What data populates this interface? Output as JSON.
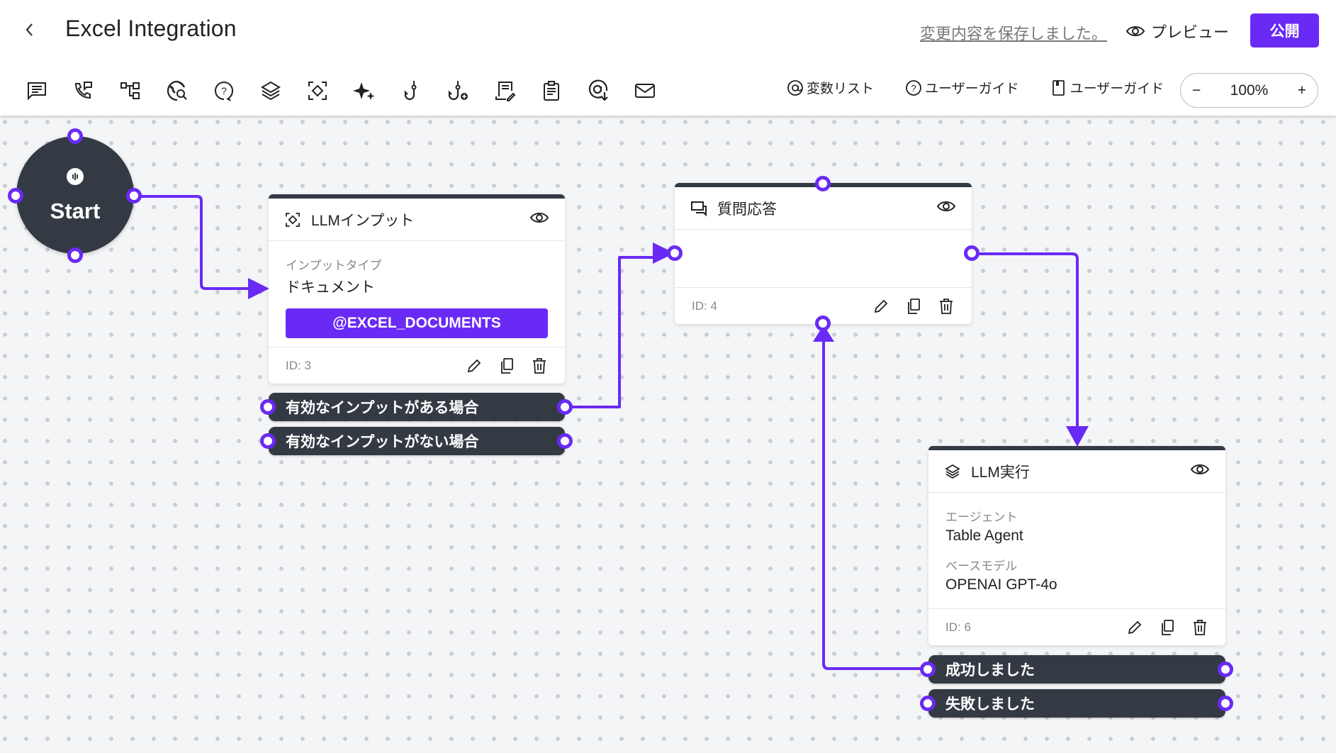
{
  "header": {
    "title": "Excel Integration",
    "back_icon": "chevron-left-icon",
    "saved_status": "変更内容を保存しました。",
    "preview_label": "プレビュー",
    "publish_label": "公開"
  },
  "toolbar": {
    "tools": [
      {
        "name": "message",
        "icon": "message-icon"
      },
      {
        "name": "call",
        "icon": "phone-message-icon"
      },
      {
        "name": "branch",
        "icon": "flowchart-icon"
      },
      {
        "name": "web-search",
        "icon": "globe-search-icon"
      },
      {
        "name": "question",
        "icon": "question-bubble-icon"
      },
      {
        "name": "llm-execute",
        "icon": "layers-icon"
      },
      {
        "name": "llm-input",
        "icon": "scan-icon"
      },
      {
        "name": "ai",
        "icon": "sparkles-icon"
      },
      {
        "name": "hook",
        "icon": "hook-icon"
      },
      {
        "name": "hook-add",
        "icon": "hook-plus-icon"
      },
      {
        "name": "form-edit",
        "icon": "document-edit-icon"
      },
      {
        "name": "clipboard",
        "icon": "clipboard-icon"
      },
      {
        "name": "mention-download",
        "icon": "at-download-icon"
      },
      {
        "name": "email",
        "icon": "mail-icon"
      }
    ],
    "variable_list_label": "変数リスト",
    "user_guide_label_1": "ユーザーガイド",
    "user_guide_label_2": "ユーザーガイド",
    "zoom_level": "100%",
    "zoom_out": "−",
    "zoom_in": "+"
  },
  "canvas": {
    "start_node": {
      "label": "Start"
    },
    "nodes": [
      {
        "id_label": "ID: 3",
        "title": "LLMインプット",
        "icon": "scan-icon",
        "fields": [
          {
            "key": "インプットタイプ",
            "value": "ドキュメント"
          }
        ],
        "variable_tag": "@EXCEL_DOCUMENTS",
        "branches": [
          "有効なインプットがある場合",
          "有効なインプットがない場合"
        ]
      },
      {
        "id_label": "ID: 4",
        "title": "質問応答",
        "icon": "chat-icon"
      },
      {
        "id_label": "ID: 6",
        "title": "LLM実行",
        "icon": "layers-icon",
        "fields": [
          {
            "key": "エージェント",
            "value": "Table Agent"
          },
          {
            "key": "ベースモデル",
            "value": "OPENAI GPT-4o"
          }
        ],
        "branches": [
          "成功しました",
          "失敗しました"
        ]
      }
    ]
  },
  "colors": {
    "accent": "#6a2af5",
    "node_dark": "#343a44",
    "canvas_bg": "#f4f5f7",
    "grid_dot": "#c9ced4"
  }
}
